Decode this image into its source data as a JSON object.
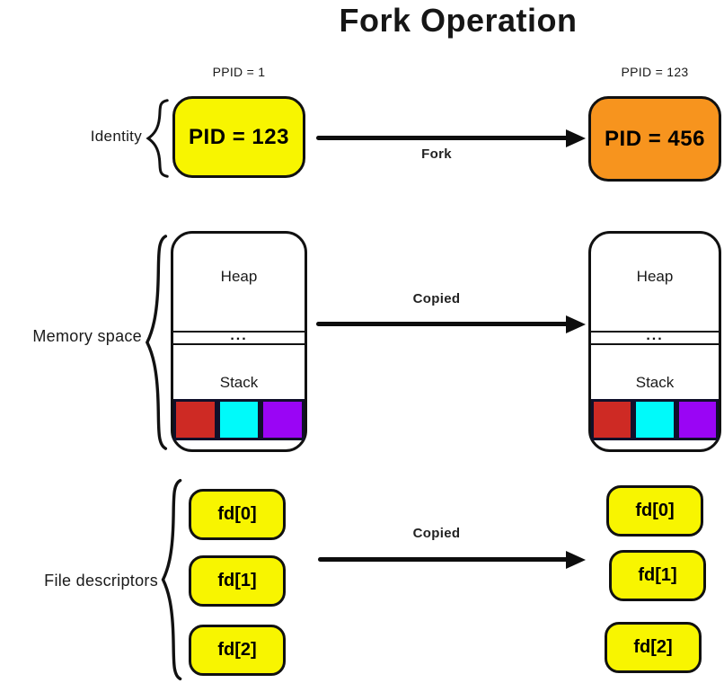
{
  "title": "Fork Operation",
  "colors": {
    "parent_identity": "#F8F500",
    "child_identity": "#F7941E",
    "fd_box": "#F8F500",
    "stack_segments": [
      "#CE2A24",
      "#00FAFA",
      "#9A05F5"
    ],
    "stroke": "#111111"
  },
  "identity": {
    "label": "Identity",
    "parent_ppid": "PPID = 1",
    "parent_pid": "PID = 123",
    "child_ppid": "PPID = 123",
    "child_pid": "PID = 456",
    "arrow_label": "Fork"
  },
  "memory": {
    "label": "Memory space",
    "arrow_label": "Copied",
    "heap": "Heap",
    "dots": "...",
    "stack": "Stack"
  },
  "fds": {
    "label": "File descriptors",
    "arrow_label": "Copied",
    "items": [
      "fd[0]",
      "fd[1]",
      "fd[2]"
    ]
  }
}
